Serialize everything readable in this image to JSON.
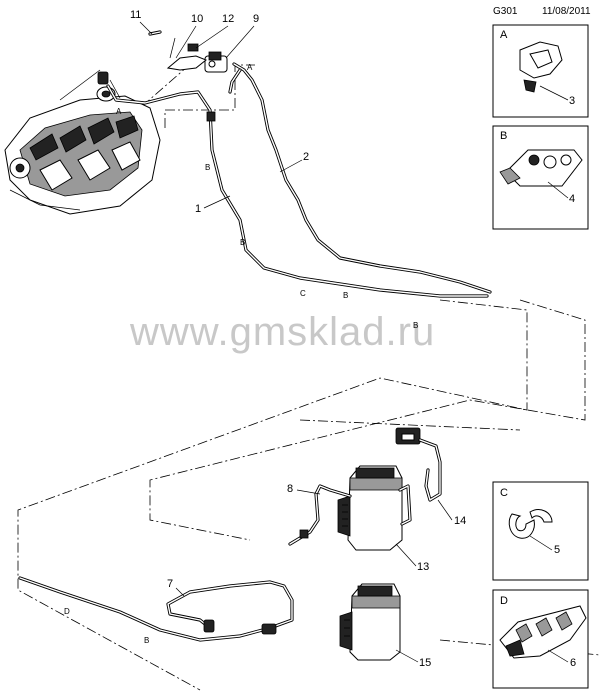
{
  "header": {
    "code": "G301",
    "date": "11/08/2011"
  },
  "watermark": "www.gmsklad.ru",
  "callouts": [
    "1",
    "2",
    "3",
    "4",
    "5",
    "6",
    "7",
    "8",
    "9",
    "10",
    "11",
    "12",
    "13",
    "14",
    "15"
  ],
  "section_letters": {
    "A": "A",
    "B": "B",
    "C": "C",
    "D": "D"
  },
  "detail_boxes": [
    {
      "letter": "A",
      "part": "3"
    },
    {
      "letter": "B",
      "part": "4"
    },
    {
      "letter": "C",
      "part": "5"
    },
    {
      "letter": "D",
      "part": "6"
    }
  ]
}
